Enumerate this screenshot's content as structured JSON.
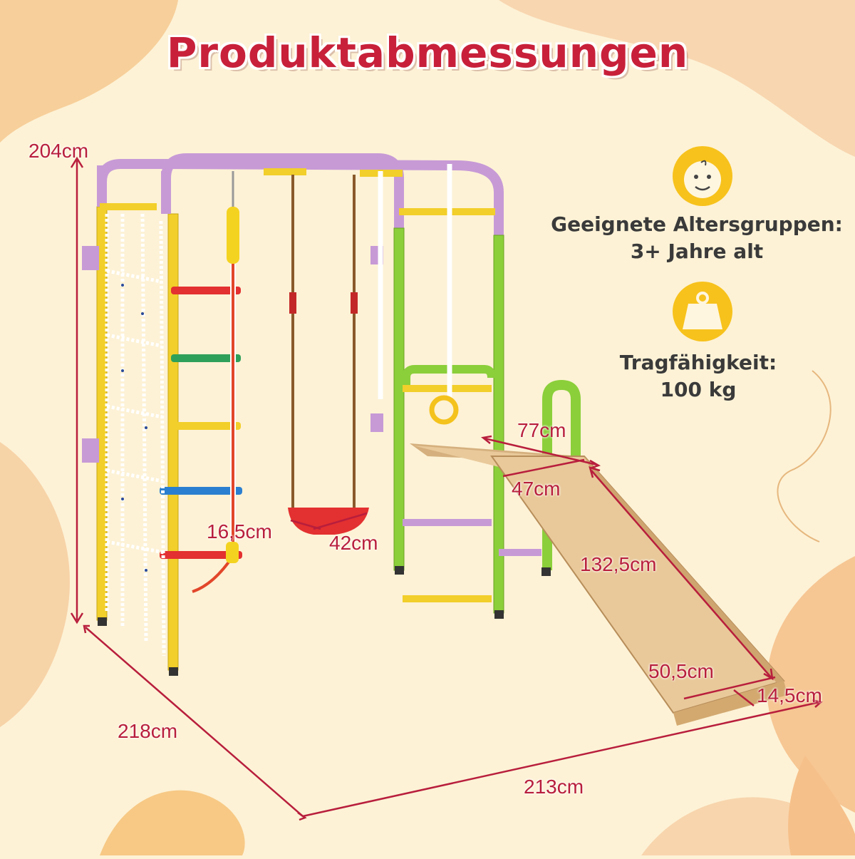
{
  "title": "Produktabmessungen",
  "dimensions": {
    "height": "204cm",
    "depth": "218cm",
    "width": "213cm",
    "seat_depth": "16,5cm",
    "seat_width": "42cm",
    "platform_length": "77cm",
    "platform_width": "47cm",
    "slide_length": "132,5cm",
    "slide_width": "50,5cm",
    "slide_rail": "14,5cm"
  },
  "info": {
    "age_label": "Geeignete Altersgruppen:",
    "age_value": "3+ Jahre alt",
    "load_label": "Tragfähigkeit:",
    "load_value": "100 kg"
  },
  "icons": {
    "age": "baby-face-icon",
    "load": "weight-icon"
  },
  "colors": {
    "accent": "#c8203a",
    "icon_bg": "#f7c21c",
    "background": "#fdf2d6",
    "frame_purple": "#c79ad6",
    "frame_yellow": "#f2cf2a",
    "frame_green": "#8bcf3a",
    "wood": "#e9c99a"
  }
}
